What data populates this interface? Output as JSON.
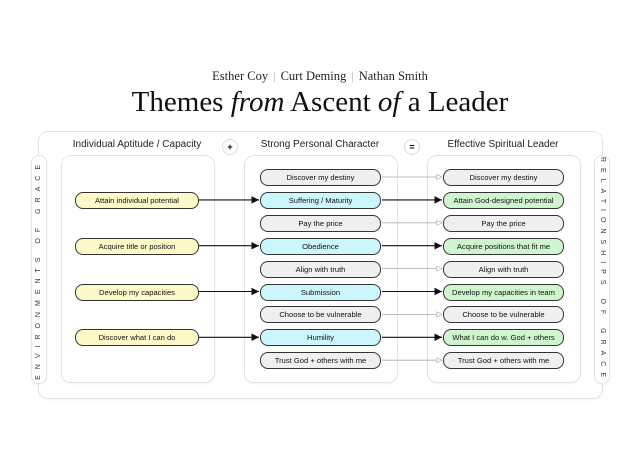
{
  "authors": [
    "Esther Coy",
    "Curt Deming",
    "Nathan Smith"
  ],
  "title": {
    "p1": "Themes ",
    "p2": "from",
    "p3": " Ascent ",
    "p4": "of",
    "p5": " a Leader"
  },
  "columns": [
    "Individual Aptitude / Capacity",
    "Strong Personal Character",
    "Effective Spiritual Leader"
  ],
  "operators": [
    "+",
    "="
  ],
  "side_left": "ENVIRONMENTS OF GRACE",
  "side_right": "RELATIONSHIPS OF GRACE",
  "rows": [
    {
      "mid": "Discover my destiny",
      "right": "Discover my destiny",
      "type": "light"
    },
    {
      "left": "Attain individual potential",
      "mid": "Suffering / Maturity",
      "right": "Attain God-designed potential",
      "type": "strong"
    },
    {
      "mid": "Pay the price",
      "right": "Pay the price",
      "type": "light"
    },
    {
      "left": "Acquire title or position",
      "mid": "Obedience",
      "right": "Acquire positions that fit me",
      "type": "strong"
    },
    {
      "mid": "Align with truth",
      "right": "Align with truth",
      "type": "light"
    },
    {
      "left": "Develop my capacities",
      "mid": "Submission",
      "right": "Develop my capacities in team",
      "type": "strong"
    },
    {
      "mid": "Choose to be vulnerable",
      "right": "Choose to be vulnerable",
      "type": "light"
    },
    {
      "left": "Discover what I can do",
      "mid": "Humility",
      "right": "What I can do w. God + others",
      "type": "strong"
    },
    {
      "mid": "Trust God + others with me",
      "right": "Trust God + others with me",
      "type": "light"
    }
  ]
}
